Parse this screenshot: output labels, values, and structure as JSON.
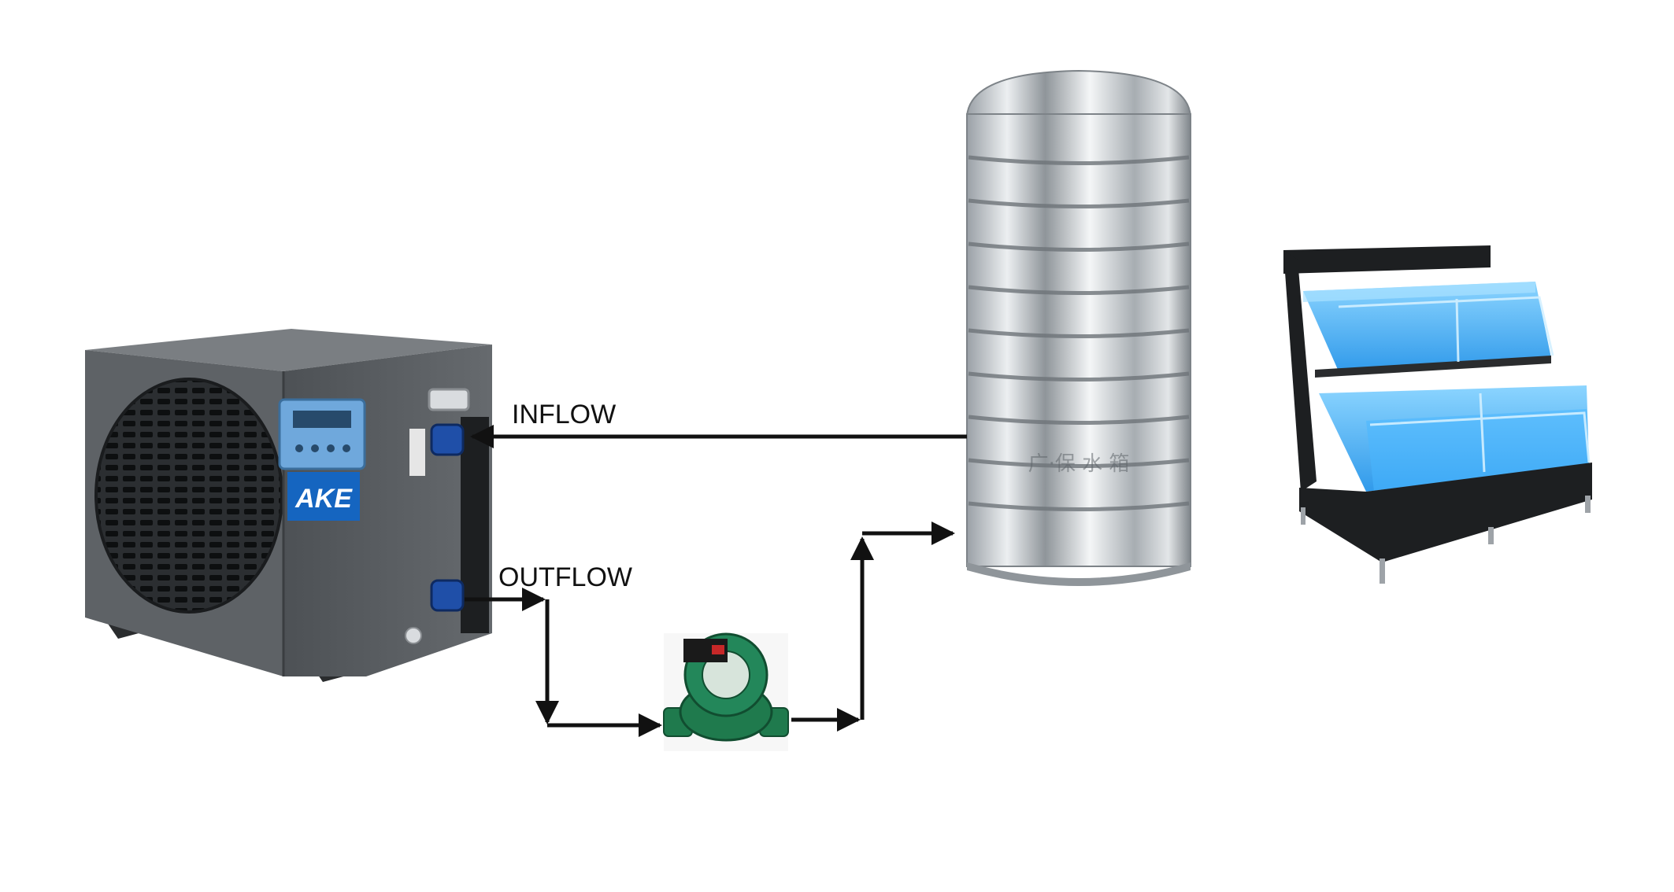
{
  "labels": {
    "inflow": "INFLOW",
    "outflow": "OUTFLOW",
    "brand": "AKE",
    "tank_marking": "广·保 水 箱"
  },
  "colors": {
    "unit_body": "#5b5f63",
    "unit_top": "#6f7377",
    "control_panel": "#6fa8dc",
    "brand_badge": "#1565c0",
    "pump_green": "#1f7a4d",
    "tank_steel": "#c9ccd0",
    "aquarium_water": "#2fa8ff",
    "aquarium_frame": "#1d1f21",
    "arrow": "#111111"
  },
  "icons": {
    "heat_pump": "heat-pump-unit-icon",
    "pump": "circulation-pump-icon",
    "tank": "water-tank-icon",
    "aquarium": "aquarium-rack-icon"
  }
}
